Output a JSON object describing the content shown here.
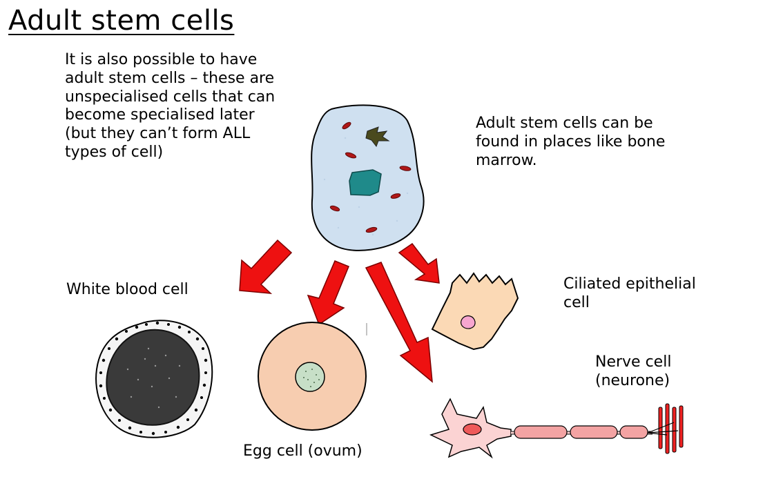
{
  "title": "Adult stem cells",
  "intro_text": "It is also possible to have\nadult stem cells – these are\nunspecialised cells that can\nbecome specialised later\n(but they can’t form ALL\ntypes of cell)",
  "location_text": "Adult stem cells can be\nfound in places like bone\nmarrow.",
  "labels": {
    "white_blood_cell": "White blood cell",
    "ciliated_epithelial_cell": "Ciliated epithelial\ncell",
    "egg_cell": "Egg cell (ovum)",
    "nerve_cell": "Nerve cell\n(neurone)"
  },
  "colors": {
    "arrow": "#ee1111",
    "stem_cell_fill": "#cfe0f0",
    "stem_nucleus": "#1f8a8a",
    "organelle": "#b01818",
    "wbc_nucleus": "#3a3a3a",
    "egg_fill": "#f7cdb0",
    "egg_nucleus": "#c7dfc7",
    "epithelial_fill": "#fbd9b5",
    "epithelial_nucleus": "#f7a6cf",
    "neurone_fill": "#fbd3d3",
    "myelin": "#f3a3a3"
  }
}
